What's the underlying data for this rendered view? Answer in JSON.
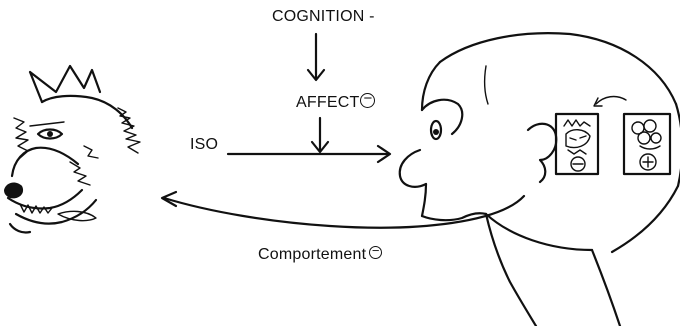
{
  "labels": {
    "cognition": "COGNITION -",
    "affect": "AFFECT",
    "iso": "ISO",
    "comportement": "Comportement"
  },
  "signs": {
    "minus": "−",
    "plus": "+"
  }
}
